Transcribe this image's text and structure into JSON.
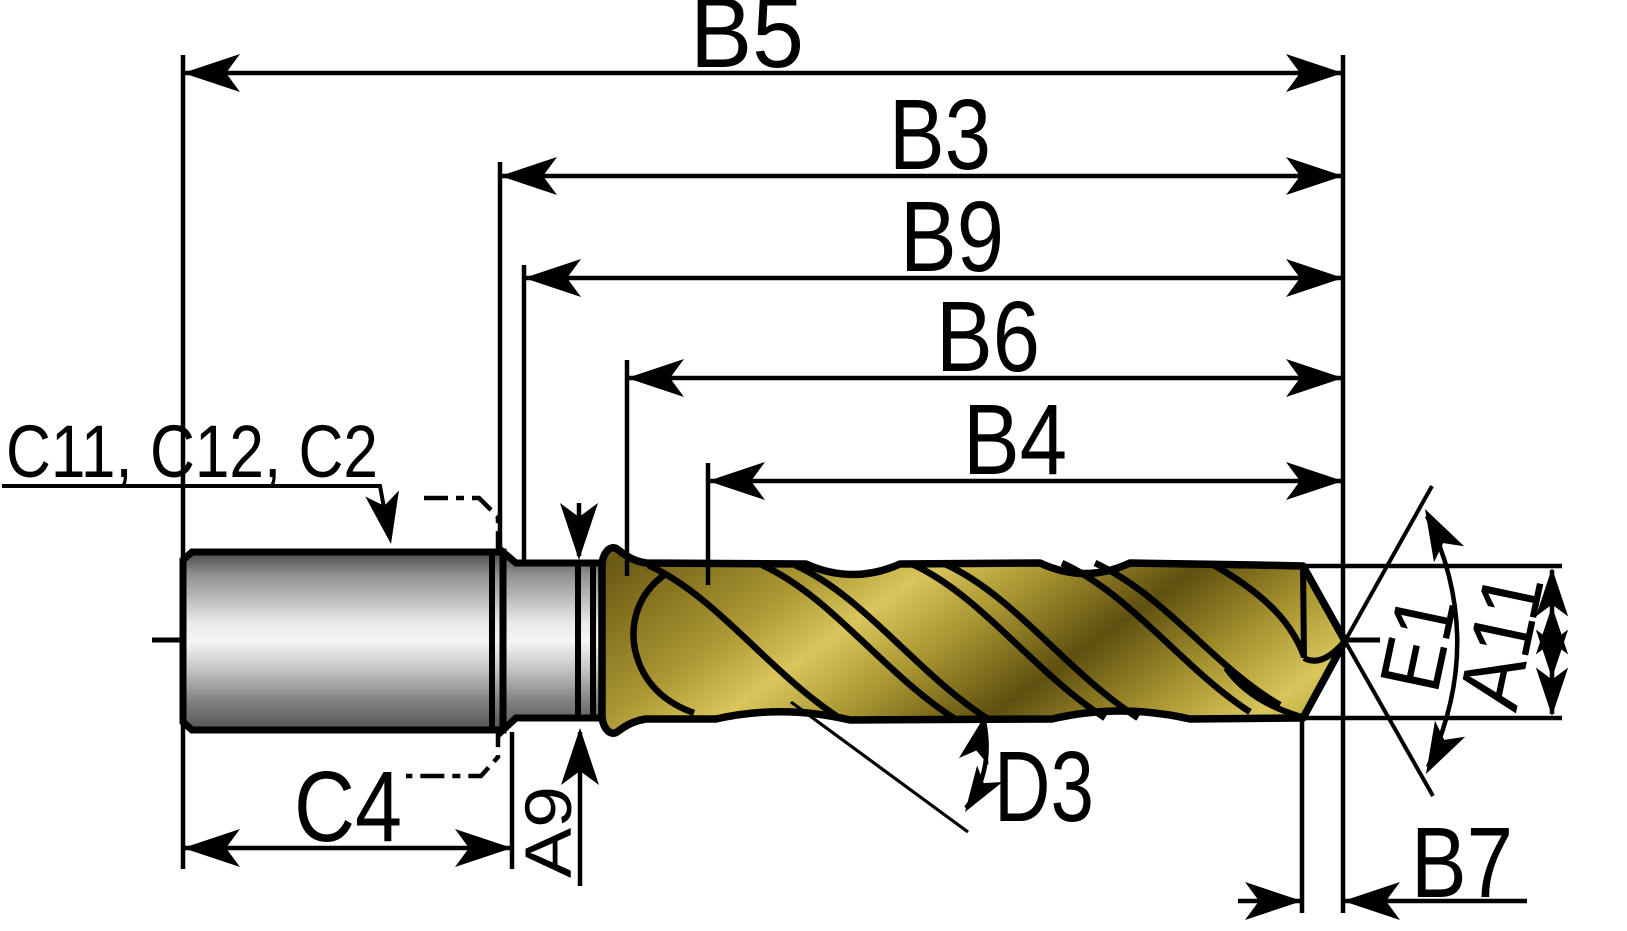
{
  "diagram": {
    "type": "technical-drawing",
    "subject": "twist drill dimension diagram",
    "background": "#ffffff",
    "line_color": "#000000",
    "flute_gold_light": "#d8c65c",
    "flute_gold_mid": "#a99531",
    "flute_gold_dark": "#5e5010",
    "shank_gray_light": "#f2f2f2",
    "shank_gray_dark": "#3d3d3d"
  },
  "labels": {
    "b5": "B5",
    "b3": "B3",
    "b9": "B9",
    "b6": "B6",
    "b4": "B4",
    "surface_codes": "C11, C12, C2",
    "c4": "C4",
    "a9": "A9",
    "d3": "D3",
    "b7": "B7",
    "e1": "E1",
    "a11": "A11"
  }
}
